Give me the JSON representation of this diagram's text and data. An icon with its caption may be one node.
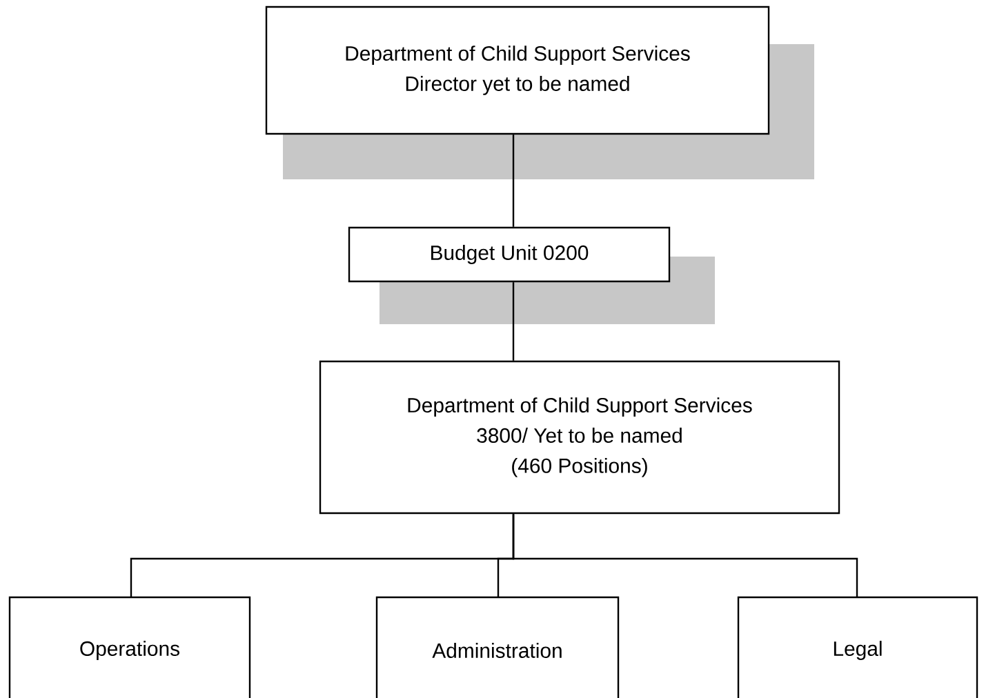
{
  "diagram": {
    "nodes": [
      {
        "text": [
          "Department of Child Support Services",
          "Director yet to be named"
        ]
      },
      {
        "text": [
          "Budget Unit 0200"
        ]
      },
      {
        "text": [
          "Department of Child Support Services",
          "3800/ Yet to be named",
          "(460 Positions)"
        ]
      },
      {
        "text": [
          "Operations"
        ]
      },
      {
        "text": [
          "Administration"
        ]
      },
      {
        "text": [
          "Legal"
        ]
      }
    ],
    "edges": [
      {
        "from": 0,
        "to": 1,
        "arrow": "none"
      },
      {
        "from": 1,
        "to": 2,
        "arrow": "none"
      },
      {
        "from": 2,
        "to": 3,
        "arrow": "none"
      },
      {
        "from": 2,
        "to": 4,
        "arrow": "none"
      },
      {
        "from": 2,
        "to": 5,
        "arrow": "none"
      }
    ]
  }
}
